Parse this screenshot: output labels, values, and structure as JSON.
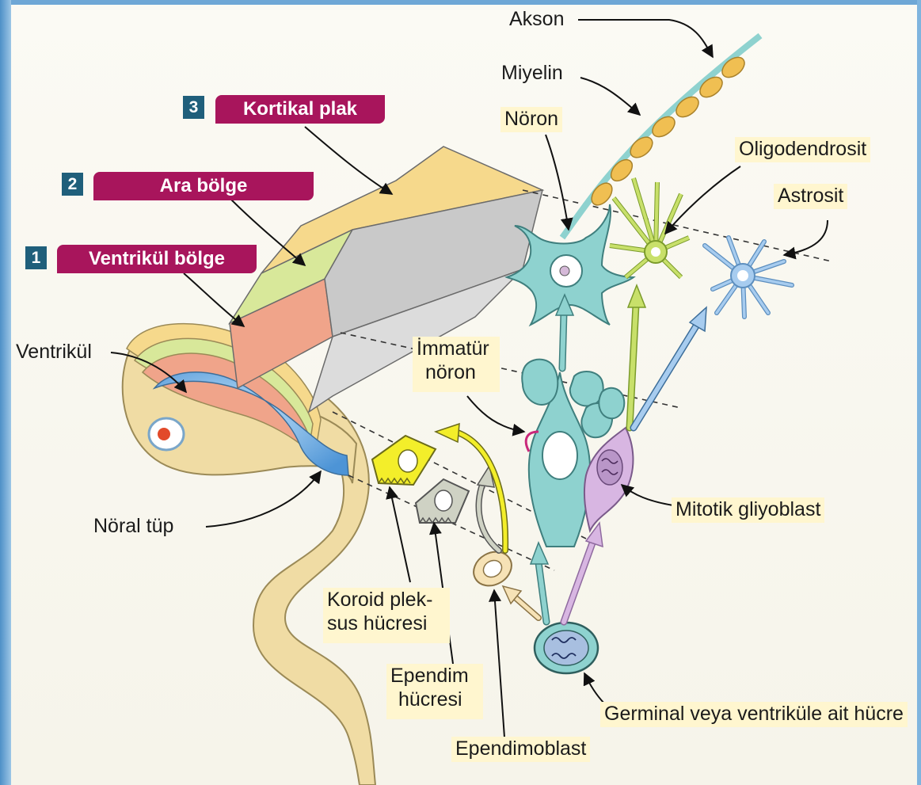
{
  "zones": [
    {
      "number": "1",
      "label": "Ventrikül bölge"
    },
    {
      "number": "2",
      "label": "Ara bölge"
    },
    {
      "number": "3",
      "label": "Kortikal plak"
    }
  ],
  "labels": {
    "akson": "Akson",
    "miyelin": "Miyelin",
    "noron": "Nöron",
    "oligodendrosit": "Oligodendrosit",
    "astrosit": "Astrosit",
    "ventrikul": "Ventrikül",
    "immatur_noron_1": "İmmatür",
    "immatur_noron_2": "nöron",
    "mitotik_gliyoblast": "Mitotik gliyoblast",
    "noral_tup": "Nöral tüp",
    "koroid_1": "Koroid plek-",
    "koroid_2": "sus hücresi",
    "ependim_1": "Ependim",
    "ependim_2": "hücresi",
    "ependimoblast": "Ependimoblast",
    "germinal": "Germinal veya ventriküle ait hücre"
  },
  "colors": {
    "zone_tag": "#a8155c",
    "zone_number": "#1f5f7b",
    "ventricular_zone": "#f0a48a",
    "intermediate_zone": "#d8e89a",
    "cortical_plate": "#f6d98c",
    "neural_tube": "#f0dca4",
    "ventricle": "#6fb0e6",
    "neuron": "#8ed2cf",
    "oligodendrocyte": "#c8e06a",
    "astrocyte": "#a7ccef",
    "glioblast": "#d8b6e2",
    "choroid_cell": "#f3ee2a",
    "ependymal_cell": "#cfd2c4",
    "ependymoblast": "#f6e2b6",
    "myelin": "#f0bf52"
  }
}
